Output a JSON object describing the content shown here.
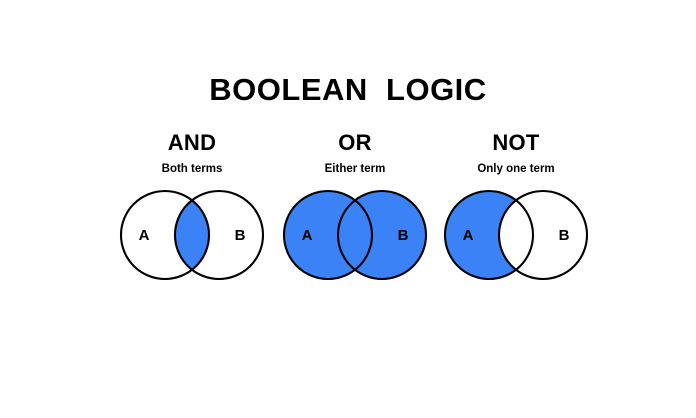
{
  "title": "BOOLEAN  LOGIC",
  "colors": {
    "fill_blue": "#3B82F6",
    "stroke": "#000000",
    "background": "#FFFFFF",
    "empty_fill": "#FFFFFF"
  },
  "diagram_type": "venn",
  "panels": [
    {
      "heading": "AND",
      "subtitle": "Both terms",
      "label_a": "A",
      "label_b": "B",
      "shaded_region": "intersection",
      "shaded_description": "Only the overlapping lens between A and B is filled blue; both circles otherwise white."
    },
    {
      "heading": "OR",
      "subtitle": "Either term",
      "label_a": "A",
      "label_b": "B",
      "shaded_region": "union",
      "shaded_description": "Both circles entirely filled blue, including the overlap; outlines visible through the overlap."
    },
    {
      "heading": "NOT",
      "subtitle": "Only one term",
      "label_a": "A",
      "label_b": "B",
      "shaded_region": "a-minus-b",
      "shaded_description": "Circle A filled blue except the overlap region; circle B and the overlap remain white."
    }
  ]
}
